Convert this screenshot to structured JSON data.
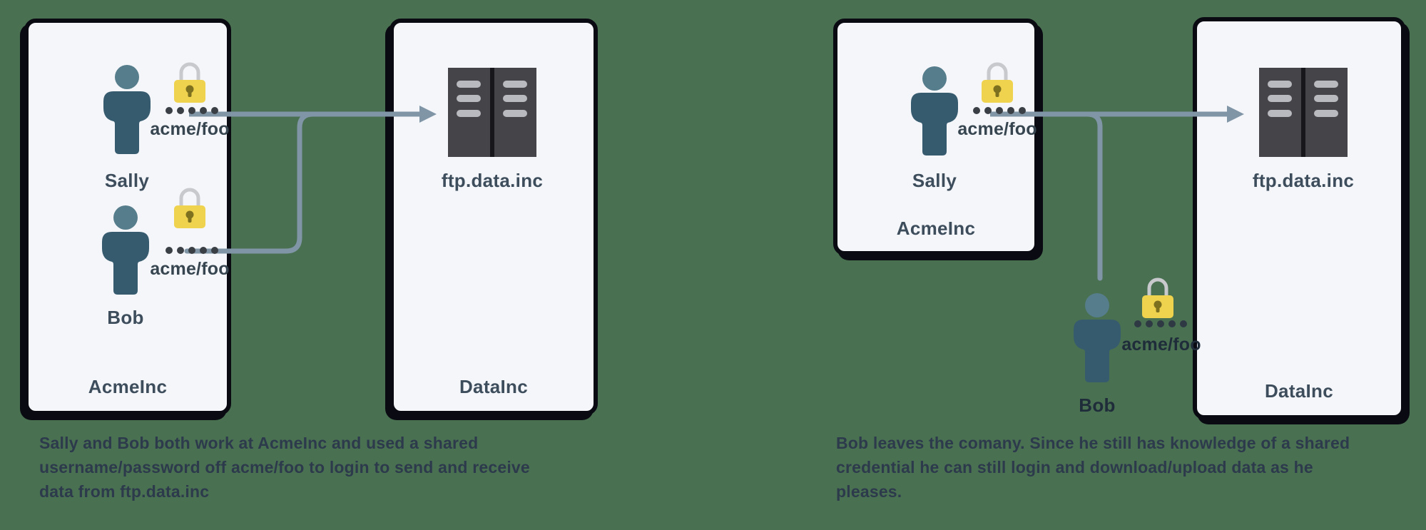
{
  "colors": {
    "background": "#4A7052",
    "panel_bg": "#F4F6FA",
    "panel_border": "#0A0B12",
    "person_head": "#567D8B",
    "person_body": "#375B6E",
    "lock_body": "#EFD24D",
    "lock_shackle": "#C7C9CD",
    "lock_keyhole": "#7D701F",
    "arrow": "#8095A6",
    "server_body": "#454549",
    "server_bars": "#B9BABF",
    "label_text": "#3D4D5C",
    "caption_text": "#2C3A4C"
  },
  "left": {
    "acme_panel_label": "AcmeInc",
    "data_panel_label": "DataInc",
    "server_label": "ftp.data.inc",
    "sally": {
      "name": "Sally",
      "credential": "acme/foo"
    },
    "bob": {
      "name": "Bob",
      "credential": "acme/foo"
    },
    "caption_lines": [
      "Sally and Bob both work at AcmeInc and used a shared",
      "username/password off acme/foo to login to send and receive",
      "data from ftp.data.inc"
    ]
  },
  "right": {
    "acme_panel_label": "AcmeInc",
    "data_panel_label": "DataInc",
    "server_label": "ftp.data.inc",
    "sally": {
      "name": "Sally",
      "credential": "acme/foo"
    },
    "bob": {
      "name": "Bob",
      "credential": "acme/foo"
    },
    "caption_lines": [
      "Bob leaves the comany. Since he still has knowledge of a shared",
      "credential he can still login and download/upload data as he",
      "pleases."
    ]
  }
}
